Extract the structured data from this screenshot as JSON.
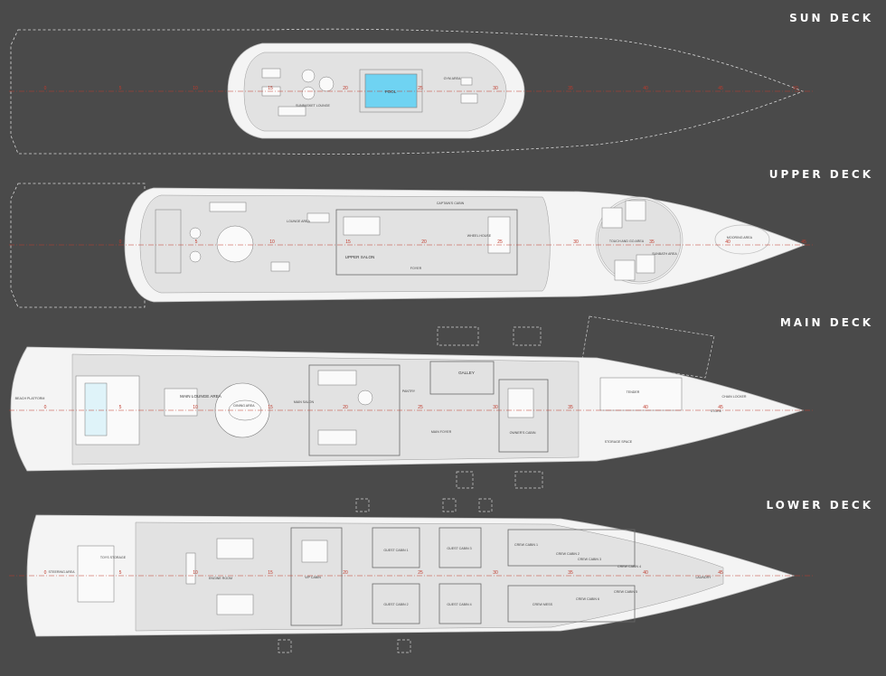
{
  "decks": {
    "sun": {
      "title": "SUN DECK",
      "labels": {
        "pool": "POOL",
        "gym": "GYM AREA",
        "sunbasket": "SUNBASKET LOUNGE"
      },
      "frames": [
        "0",
        "5",
        "10",
        "15",
        "20",
        "25",
        "30",
        "35",
        "40",
        "45",
        "50"
      ]
    },
    "upper": {
      "title": "UPPER DECK",
      "labels": {
        "lounge": "LOUNGE AREA",
        "upper_salon": "UPPER SALON",
        "captains_cabin": "CAPTAIN'S CABIN",
        "wheelhouse": "WHEEL HOUSE",
        "foyer": "FOYER",
        "touch_go": "TOUCH AND GO AREA",
        "sunbath": "SUNBATH AREA",
        "mooring": "MOORING AREA"
      },
      "frames": [
        "0",
        "5",
        "10",
        "15",
        "20",
        "25",
        "30",
        "35",
        "40",
        "45"
      ]
    },
    "main": {
      "title": "MAIN DECK",
      "labels": {
        "beach_platform": "BEACH PLATFORM",
        "main_lounge": "MAIN LOUNGE AREA",
        "dining": "DINING AREA",
        "main_salon": "MAIN SALON",
        "pantry": "PANTRY",
        "galley": "GALLEY",
        "main_foyer": "MAIN FOYER",
        "owners_cabin": "OWNER'S CABIN",
        "tender": "TENDER",
        "storage": "STORAGE SPACE",
        "chain_locker": "CHAIN LOCKER",
        "store": "STORE"
      },
      "frames": [
        "0",
        "5",
        "10",
        "15",
        "20",
        "25",
        "30",
        "35",
        "40",
        "45"
      ]
    },
    "lower": {
      "title": "LOWER DECK",
      "labels": {
        "steering": "STEERING AREA",
        "toys": "TOYS STORAGE",
        "engine_room": "ENGINE ROOM",
        "vip_cabin": "VIP CABIN",
        "guest_cabin_1": "GUEST CABIN 1",
        "guest_cabin_2": "GUEST CABIN 2",
        "guest_cabin_3": "GUEST CABIN 3",
        "guest_cabin_4": "GUEST CABIN 4",
        "crew_cabin_1": "CREW CABIN 1",
        "crew_cabin_2": "CREW CABIN 2",
        "crew_cabin_3": "CREW CABIN 3",
        "crew_cabin_4": "CREW CABIN 4",
        "crew_cabin_5": "CREW CABIN 5",
        "crew_cabin_6": "CREW CABIN 6",
        "crew_mess": "CREW MESS",
        "laundry": "LAUNDRY"
      },
      "frames": [
        "0",
        "5",
        "10",
        "15",
        "20",
        "25",
        "30",
        "35",
        "40",
        "45"
      ]
    }
  },
  "colors": {
    "background": "#4a4a4a",
    "centerline": "#c0392b",
    "pool": "#6fd3f2",
    "hull": "#f4f4f4"
  }
}
